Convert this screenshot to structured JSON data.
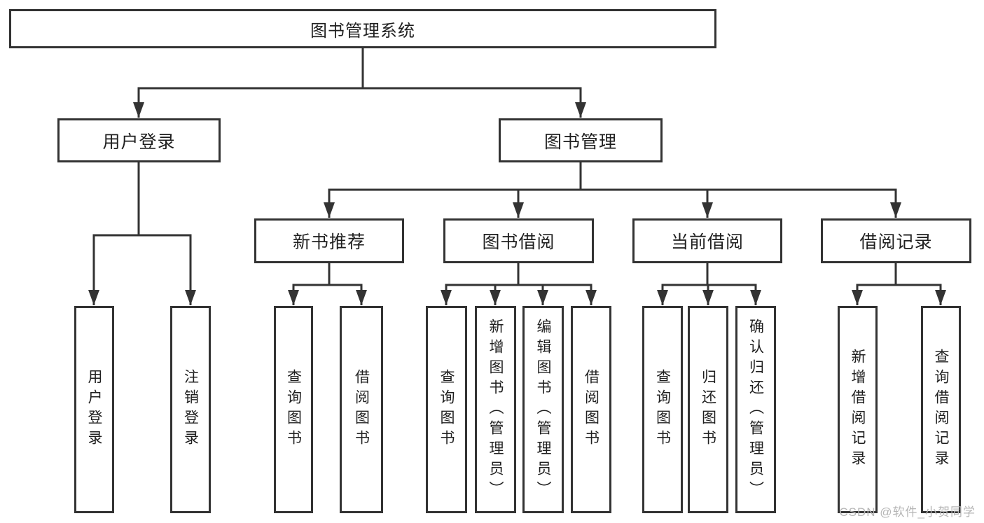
{
  "diagram": {
    "root": {
      "label": "图书管理系统"
    },
    "branches": [
      {
        "label": "用户登录",
        "children": [
          {
            "label": "用户登录"
          },
          {
            "label": "注销登录"
          }
        ]
      },
      {
        "label": "图书管理",
        "children": [
          {
            "label": "新书推荐",
            "children": [
              {
                "label": "查询图书"
              },
              {
                "label": "借阅图书"
              }
            ]
          },
          {
            "label": "图书借阅",
            "children": [
              {
                "label": "查询图书"
              },
              {
                "label": "新增图书（管理员）"
              },
              {
                "label": "编辑图书（管理员）"
              },
              {
                "label": "借阅图书"
              }
            ]
          },
          {
            "label": "当前借阅",
            "children": [
              {
                "label": "查询图书"
              },
              {
                "label": "归还图书"
              },
              {
                "label": "确认归还（管理员）"
              }
            ]
          },
          {
            "label": "借阅记录",
            "children": [
              {
                "label": "新增借阅记录"
              },
              {
                "label": "查询借阅记录"
              }
            ]
          }
        ]
      }
    ],
    "watermark": "CSDN @软件_小贺同学",
    "colors": {
      "line": "#333333",
      "text": "#1f1f1f",
      "watermark": "#b5b5b5",
      "background": "#ffffff"
    }
  }
}
